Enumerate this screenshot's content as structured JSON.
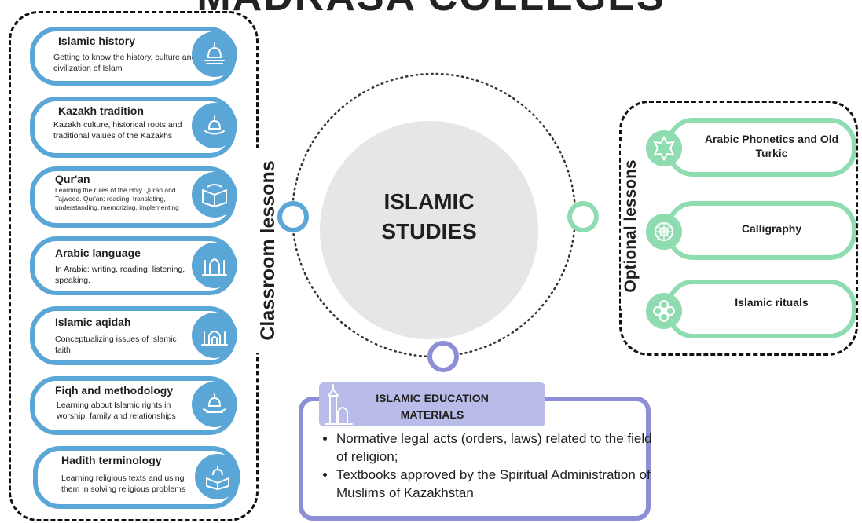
{
  "title": "MADRASA COLLEGES",
  "center": {
    "line1": "ISLAMIC",
    "line2": "STUDIES"
  },
  "classroom": {
    "label": "Classroom lessons",
    "lessons": [
      {
        "title": "Islamic history",
        "desc": "Getting to know the history, culture and civilization of Islam",
        "icon": "mosque-dome-icon"
      },
      {
        "title": "Kazakh tradition",
        "desc": "Kazakh culture, historical roots and traditional values of the Kazakhs",
        "icon": "mosque-dome-icon"
      },
      {
        "title": "Qur'an",
        "desc": "Learning the rules of the Holy Quran and Tajweed. Qur'an: reading, translating, understanding, memorizing, implementing",
        "icon": "open-book-icon"
      },
      {
        "title": "Arabic language",
        "desc": "In Arabic: writing, reading, listening, speaking.",
        "icon": "mosque-icon"
      },
      {
        "title": "Islamic aqidah",
        "desc": "Conceptualizing issues of Islamic faith",
        "icon": "mosque-arch-icon"
      },
      {
        "title": "Fiqh and methodology",
        "desc": "Learning about Islamic rights in worship, family and relationships",
        "icon": "mosque-dome-icon"
      },
      {
        "title": "Hadith terminology",
        "desc": "Learning religious texts and using them in solving religious problems",
        "icon": "quran-stand-icon"
      }
    ]
  },
  "optional": {
    "label": "Optional lessons",
    "lessons": [
      {
        "title": "Arabic Phonetics and Old Turkic",
        "icon": "star-pattern-icon"
      },
      {
        "title": "Calligraphy",
        "icon": "rosette-pattern-icon"
      },
      {
        "title": "Islamic rituals",
        "icon": "flower-pattern-icon"
      }
    ]
  },
  "materials": {
    "title": "ISLAMIC EDUCATION MATERIALS",
    "items": [
      "Normative legal acts (orders, laws) related to the field of religion;",
      "Textbooks approved by the Spiritual Administration of Muslims of Kazakhstan"
    ]
  },
  "colors": {
    "blue": "#5aa6d6",
    "green": "#8fdcb0",
    "purple": "#8d8fd6",
    "center_gray": "#e6e6e6"
  }
}
